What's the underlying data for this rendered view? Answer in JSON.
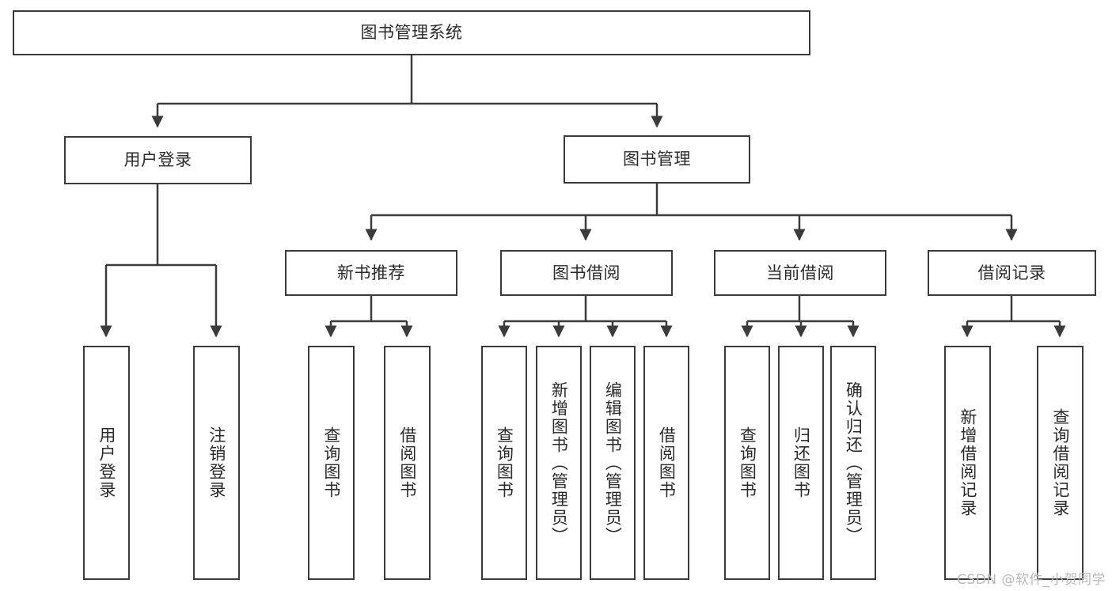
{
  "diagram": {
    "title_box": {
      "label": "图书管理系统"
    },
    "level1": [
      {
        "id": "login",
        "label": "用户登录"
      },
      {
        "id": "bookmgmt",
        "label": "图书管理"
      }
    ],
    "level2": [
      {
        "id": "newbook",
        "label": "新书推荐"
      },
      {
        "id": "borrow",
        "label": "图书借阅"
      },
      {
        "id": "current",
        "label": "当前借阅"
      },
      {
        "id": "record",
        "label": "借阅记录"
      }
    ],
    "leaves": {
      "login": [
        {
          "label": "用户登录"
        },
        {
          "label": "注销登录"
        }
      ],
      "newbook": [
        {
          "label": "查询图书"
        },
        {
          "label": "借阅图书"
        }
      ],
      "borrow": [
        {
          "label": "查询图书"
        },
        {
          "label": "新增图书（管理员）"
        },
        {
          "label": "编辑图书（管理员）"
        },
        {
          "label": "借阅图书"
        }
      ],
      "current": [
        {
          "label": "查询图书"
        },
        {
          "label": "归还图书"
        },
        {
          "label": "确认归还（管理员）"
        }
      ],
      "record": [
        {
          "label": "新增借阅记录"
        },
        {
          "label": "查询借阅记录"
        }
      ]
    },
    "watermark": "CSDN @软件_小贺同学",
    "colors": {
      "stroke": "#3b3b3b",
      "fill": "#ffffff",
      "text": "#2a2a2a",
      "watermark": "#b9b9b9"
    }
  }
}
